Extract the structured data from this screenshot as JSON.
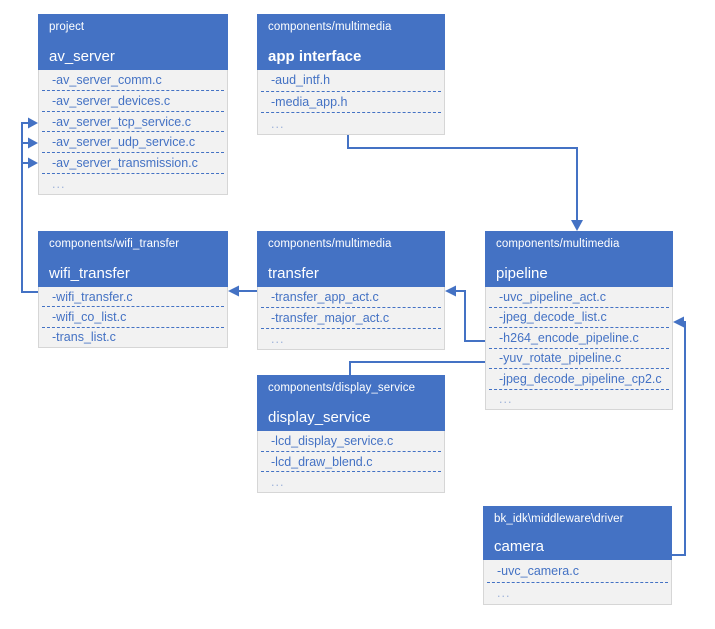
{
  "colors": {
    "header_bg": "#4472C4",
    "header_text": "#FFFFFF",
    "body_bg": "#F2F2F2",
    "body_border": "#D6D6D6",
    "item_text": "#4472C4",
    "connector": "#4472C4"
  },
  "boxes": [
    {
      "id": "av_server",
      "path": "project",
      "name": "av_server",
      "files": [
        "-av_server_comm.c",
        "-av_server_devices.c",
        "-av_server_tcp_service.c",
        "-av_server_udp_service.c",
        "-av_server_transmission.c",
        "..."
      ]
    },
    {
      "id": "app_interface",
      "path": "components/multimedia",
      "name": "app interface",
      "files": [
        "-aud_intf.h",
        "-media_app.h",
        "..."
      ]
    },
    {
      "id": "wifi_transfer",
      "path": "components/wifi_transfer",
      "name": "wifi_transfer",
      "files": [
        "-wifi_transfer.c",
        "-wifi_co_list.c",
        "-trans_list.c"
      ]
    },
    {
      "id": "transfer",
      "path": "components/multimedia",
      "name": "transfer",
      "files": [
        "-transfer_app_act.c",
        "-transfer_major_act.c",
        "..."
      ]
    },
    {
      "id": "pipeline",
      "path": "components/multimedia",
      "name": "pipeline",
      "files": [
        "-uvc_pipeline_act.c",
        "-jpeg_decode_list.c",
        "-h264_encode_pipeline.c",
        "-yuv_rotate_pipeline.c",
        "-jpeg_decode_pipeline_cp2.c",
        "..."
      ]
    },
    {
      "id": "display_service",
      "path": "components/display_service",
      "name": "display_service",
      "files": [
        "-lcd_display_service.c",
        "-lcd_draw_blend.c",
        "..."
      ]
    },
    {
      "id": "camera",
      "path": "bk_idk\\middleware\\driver",
      "name": "camera",
      "files": [
        "-uvc_camera.c",
        "..."
      ]
    }
  ],
  "connectors": [
    {
      "from": "app_interface",
      "to": "pipeline"
    },
    {
      "from": "pipeline",
      "to": "transfer",
      "from_file": "-h264_encode_pipeline.c"
    },
    {
      "from": "transfer",
      "to": "wifi_transfer"
    },
    {
      "from": "pipeline",
      "to": "display_service",
      "from_file": "-yuv_rotate_pipeline.c"
    },
    {
      "from": "wifi_transfer",
      "to": "av_server",
      "to_files": [
        "-av_server_tcp_service.c",
        "-av_server_udp_service.c",
        "-av_server_transmission.c"
      ]
    },
    {
      "from": "camera",
      "to": "pipeline",
      "to_file": "-jpeg_decode_list.c"
    }
  ]
}
